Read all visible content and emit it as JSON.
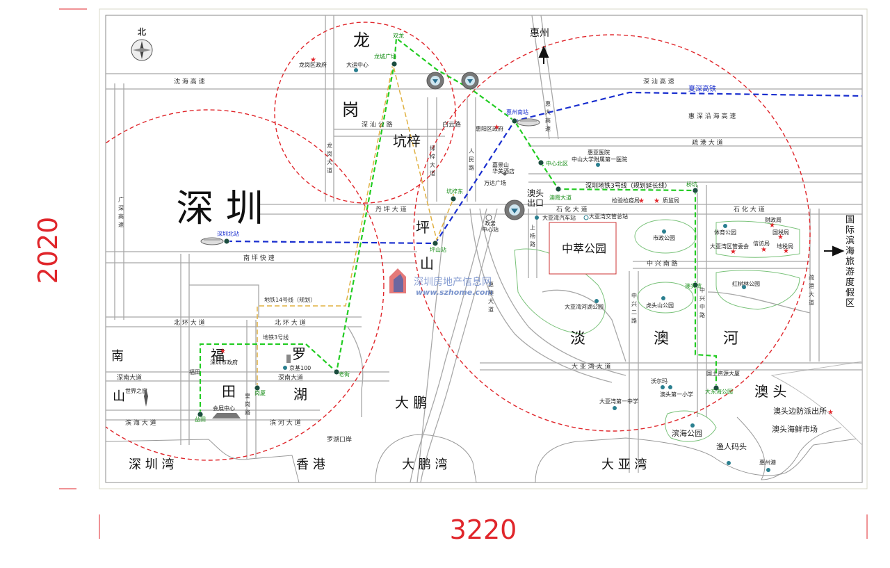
{
  "dimensions": {
    "width": "3220",
    "height": "2020"
  },
  "compass": "北",
  "colors": {
    "circle": "#e0262b",
    "line3": "#22cc22",
    "line14": "#e0b040",
    "rail": "#1a2fcf",
    "road": "#a8a8a8",
    "green": "#1a8f1a",
    "blue": "#1a2fcf",
    "dim": "#e0262b",
    "station": "#1b4d3e",
    "poi": "#2a7f8f",
    "star": "#e0262b"
  },
  "regions": {
    "shenzhen": "深  圳",
    "longgang": [
      "龙",
      "岗"
    ],
    "kengzi": "坑梓",
    "pingshan": [
      "坪",
      "山"
    ],
    "nan": "南",
    "shan": "山",
    "futian": [
      "福",
      "田"
    ],
    "luohu": [
      "罗",
      "湖"
    ],
    "dapeng": "大  鹏",
    "danaohe": [
      "淡",
      "澳",
      "河"
    ],
    "aotou": "澳  头",
    "shenzhenwan": "深  圳  湾",
    "hongkong": "香    港",
    "dapengwan": "大 鹏 湾",
    "dayawan": "大 亚 湾",
    "huizhou": "惠州",
    "coastal_resort": [
      "国",
      "际",
      "滨",
      "海",
      "旅",
      "游",
      "度",
      "假",
      "区"
    ],
    "aotou_exit": [
      "澳头",
      "出口"
    ],
    "zhongcui_park": "中萃公园"
  },
  "roads": {
    "shenhai": "沈 海 高 速",
    "shenshan": "深 汕 高 速",
    "huishen_coast": "惠 深 沿 海 高 速",
    "shenshan_road": "深 汕 公 路",
    "baiyun": "白云路",
    "shugang": "疏 港 大 道",
    "danping": "丹 坪 大 道",
    "shihua_1": "石 化 大 道",
    "shihua_2": "石 化 大 道",
    "nanping": "南 坪 快 速",
    "beihuan_1": "北 环 大 道",
    "beihuan_2": "北 环 大 道",
    "shennan_1": "深南大道",
    "shennan_2": "深南大道",
    "binhe": "滨 河 大 道",
    "binhai": "滨 海 大 道",
    "daya": "大 亚 湾 大 道",
    "zhongxing_south": "中 兴 南 路",
    "luohu_port": "罗湖口岸",
    "guangshen": [
      "广",
      "深",
      "高",
      "速"
    ],
    "longgang_ave": [
      "龙",
      "岗",
      "大",
      "道"
    ],
    "lvzi": [
      "绿",
      "梓",
      "大",
      "道"
    ],
    "renmin": [
      "人",
      "民",
      "路"
    ],
    "huida": [
      "惠",
      "大",
      "高",
      "速"
    ],
    "shangyang": [
      "上",
      "杨",
      "路"
    ],
    "huiao": [
      "惠",
      "澳",
      "大",
      "道"
    ],
    "zhongxing2": [
      "中",
      "兴",
      "二",
      "路"
    ],
    "zhongxing_mid": [
      "中",
      "兴",
      "中",
      "路"
    ],
    "shugang_v": [
      "疏",
      "港",
      "大",
      "道"
    ],
    "huanggang": [
      "皇",
      "岗",
      "路"
    ]
  },
  "lines": {
    "xiashen": "夏深高铁",
    "metro3_ext": "深圳地铁3号线（规划延长线）",
    "metro14": "地铁14号线（规划）",
    "metro3": "地铁3号线"
  },
  "stations": {
    "shuanglong": "双龙",
    "longcheng": "龙城广场",
    "huizhou_south": "惠州南站",
    "center_north": "中心北区",
    "aolu": "澳霞大道",
    "qiaoyuan": "桥坑",
    "kengzi": "坑梓东",
    "pingshan": "坪山站",
    "shenzhen_north": "深圳北站",
    "laojie": "老街",
    "gangxia": "岗厦",
    "futian": "福田",
    "yitian": "益田",
    "yiheng": "澳头湾",
    "dadong": "大东海公园"
  },
  "pois": {
    "longgang_gov": "龙岗区政府",
    "dayun": "大运中心",
    "huiyang_gov": "惠阳区政府",
    "huiya_hosp_1": "惠亚医院",
    "huiya_hosp_2": "中山大学附属第一医院",
    "hutian_1": "嘉景山",
    "hutian_2": "华美酒店",
    "wanda": "万达广场",
    "jianyan": "检验检疫局",
    "zhijian": "质监局",
    "gov_center_1": "政务",
    "gov_center_2": "中心站",
    "daya_bus": "大亚湾汽车站",
    "daya_traffic": "大亚湾交管总站",
    "shizheng_park": "市政公园",
    "sports_park": "体育公园",
    "finance": "财政局",
    "tax_1": "国税局",
    "tax_2": "地税局",
    "xinfang": "信访局",
    "daya_admin": "大亚湾区管委会",
    "honglin_park": "红树林公园",
    "daya_river_park": "大亚湾河湖公园",
    "hutou_park": "虎头山公园",
    "walmart": "沃尔玛",
    "aotou_school": "澳头第一小学",
    "daya_middle": "大亚湾第一中学",
    "land_bldg": "国土资源大厦",
    "binhai_park": "滨海公园",
    "yuren": "渔人码头",
    "huizhou_port": "惠州港",
    "border_police": "澳头边防派出所",
    "seafood": "澳头海鲜市场",
    "sz_gov": "深圳市政府",
    "kingkey": "京基100",
    "exhibition": "会展中心",
    "window": "世界之窗"
  },
  "watermark": {
    "name": "深圳房地产信息网",
    "url": "www.szhome.com"
  }
}
